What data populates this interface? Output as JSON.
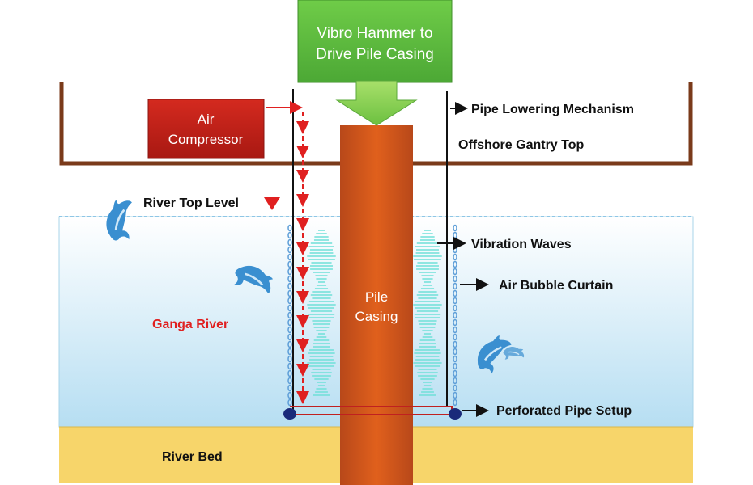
{
  "labels": {
    "vibro_hammer_line1": "Vibro Hammer to",
    "vibro_hammer_line2": "Drive Pile Casing",
    "air_compressor_line1": "Air",
    "air_compressor_line2": "Compressor",
    "pipe_lowering": "Pipe Lowering Mechanism",
    "gantry_top": "Offshore Gantry Top",
    "river_top_level": "River Top Level",
    "vibration_waves": "Vibration Waves",
    "air_bubble_curtain": "Air Bubble Curtain",
    "ganga_river": "Ganga River",
    "pile_casing_line1": "Pile",
    "pile_casing_line2": "Casing",
    "perforated_pipe": "Perforated Pipe Setup",
    "river_bed": "River Bed"
  },
  "colors": {
    "gantry": "#7a3a1a",
    "hammer_box": "#5cb840",
    "hammer_arrow": "#8ed34f",
    "compressor_box": "#c0201a",
    "pile": "#c8521a",
    "water_top": "#ffffff",
    "water_bottom": "#b6def2",
    "river_bed": "#f7d56a",
    "air_line": "#e02020",
    "waves": "#6fe0d8",
    "bubbles": "#5f9fd8",
    "river_label": "#e02020"
  },
  "icons": {
    "dolphin_1": "dolphin-icon",
    "dolphin_2": "dolphin-icon",
    "dolphin_3": "dolphin-icon",
    "water_level_marker": "down-triangle-icon"
  }
}
